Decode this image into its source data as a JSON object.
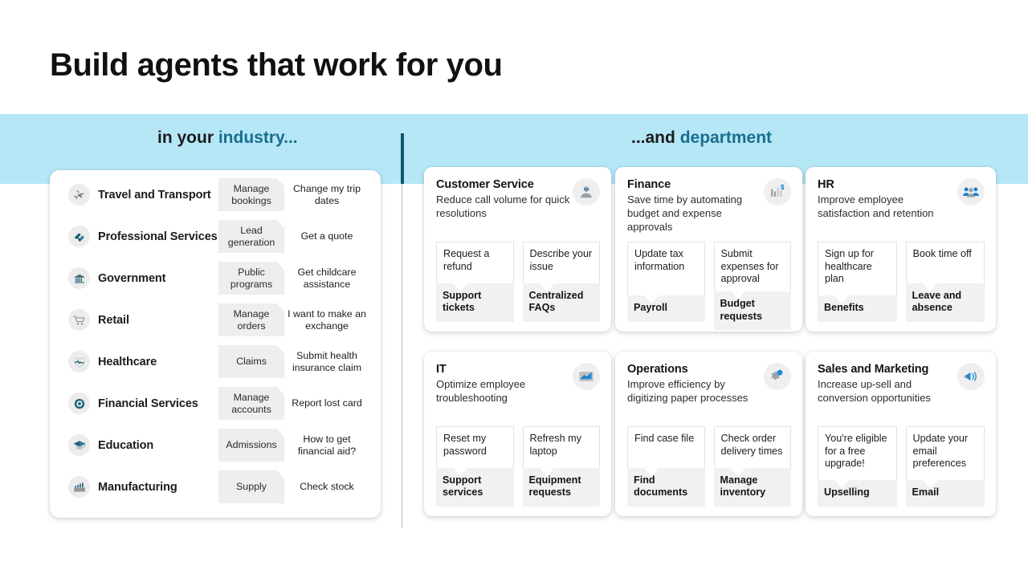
{
  "title": "Build agents that work for you",
  "band": {
    "industry_prefix": "in your ",
    "industry_accent": "industry...",
    "department_prefix": "...and ",
    "department_accent": "department",
    "band_color": "#b5e7f7",
    "accent_color": "#1a6e8e",
    "divider_color": "#10576e"
  },
  "industries": [
    {
      "icon": "airplane-icon",
      "name": "Travel and Transport",
      "category": "Manage bookings",
      "prompt": "Change my trip dates"
    },
    {
      "icon": "briefcase-icon",
      "name": "Professional Services",
      "category": "Lead generation",
      "prompt": "Get a quote"
    },
    {
      "icon": "bank-icon",
      "name": "Government",
      "category": "Public programs",
      "prompt": "Get childcare assistance"
    },
    {
      "icon": "cart-icon",
      "name": "Retail",
      "category": "Manage orders",
      "prompt": "I want to make an exchange"
    },
    {
      "icon": "heartbeat-icon",
      "name": "Healthcare",
      "category": "Claims",
      "prompt": "Submit health insurance claim"
    },
    {
      "icon": "coin-icon",
      "name": "Financial Services",
      "category": "Manage accounts",
      "prompt": "Report lost card"
    },
    {
      "icon": "graduation-icon",
      "name": "Education",
      "category": "Admissions",
      "prompt": "How to get financial aid?"
    },
    {
      "icon": "factory-icon",
      "name": "Manufacturing",
      "category": "Supply",
      "prompt": "Check stock"
    }
  ],
  "departments": [
    {
      "title": "Customer Service",
      "subtitle": "Reduce call volume for quick resolutions",
      "badge": "person-headset-icon",
      "items": [
        {
          "prompt": "Request a refund",
          "label": "Support tickets"
        },
        {
          "prompt": "Describe your issue",
          "label": "Centralized FAQs"
        }
      ]
    },
    {
      "title": "Finance",
      "subtitle": "Save time by automating budget and expense approvals",
      "badge": "bar-chart-dollar-icon",
      "items": [
        {
          "prompt": "Update tax information",
          "label": "Payroll"
        },
        {
          "prompt": "Submit expenses for approval",
          "label": "Budget requests"
        }
      ]
    },
    {
      "title": "HR",
      "subtitle": "Improve employee satisfaction and retention",
      "badge": "people-group-icon",
      "items": [
        {
          "prompt": "Sign up for healthcare plan",
          "label": "Benefits"
        },
        {
          "prompt": "Book time off",
          "label": "Leave and absence"
        }
      ]
    },
    {
      "title": "IT",
      "subtitle": "Optimize employee troubleshooting",
      "badge": "chart-monitor-icon",
      "items": [
        {
          "prompt": "Reset my password",
          "label": "Support services"
        },
        {
          "prompt": "Refresh my laptop",
          "label": "Equipment requests"
        }
      ]
    },
    {
      "title": "Operations",
      "subtitle": "Improve efficiency by digitizing paper processes",
      "badge": "gears-icon",
      "items": [
        {
          "prompt": "Find case file",
          "label": "Find documents"
        },
        {
          "prompt": "Check order delivery times",
          "label": "Manage inventory"
        }
      ]
    },
    {
      "title": "Sales and Marketing",
      "subtitle": "Increase up-sell and conversion opportunities",
      "badge": "megaphone-icon",
      "items": [
        {
          "prompt": "You're eligible for a free upgrade!",
          "label": "Upselling"
        },
        {
          "prompt": "Update your email preferences",
          "label": "Email"
        }
      ]
    }
  ]
}
